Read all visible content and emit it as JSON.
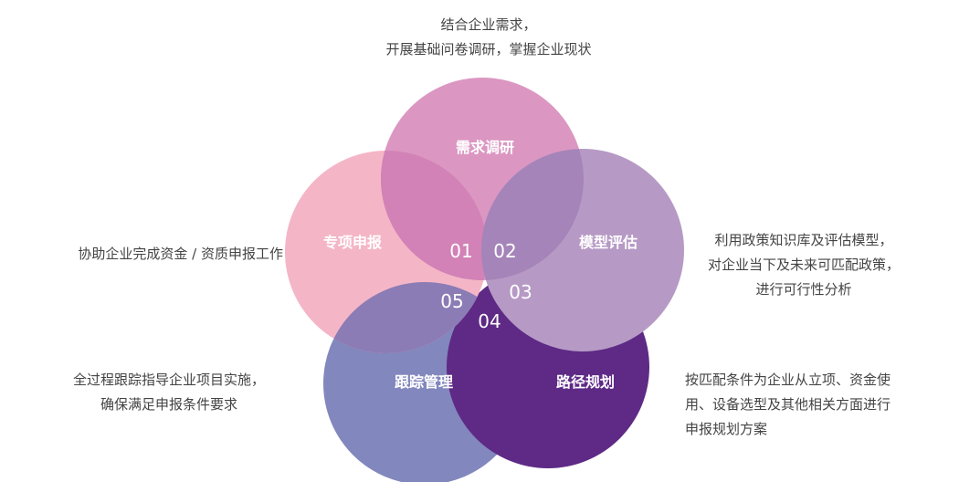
{
  "colors": {
    "demand_research": "#db97c2",
    "special_application": "#f4b6c6",
    "model_evaluation": "#b69ac5",
    "path_planning": "#5e2a86",
    "tracking_management": "#8287bd",
    "overlap_top": "#d282b6",
    "overlap_right": "#a584b9",
    "overlap_center": "#8b7cb5",
    "label_white": "#ffffff",
    "desc_text": "#444444"
  },
  "nodes": {
    "demand_research": {
      "label": "需求调研",
      "number": "01"
    },
    "model_evaluation": {
      "label": "模型评估",
      "number": "02"
    },
    "path_planning": {
      "label": "路径规划",
      "number": "03"
    },
    "tracking_management": {
      "label": "跟踪管理",
      "number": "04"
    },
    "special_application": {
      "label": "专项申报",
      "number": "05"
    }
  },
  "descriptions": {
    "top": [
      "结合企业需求，",
      "开展基础问卷调研，掌握企业现状"
    ],
    "right": [
      "利用政策知识库及评估模型，",
      "对企业当下及未来可匹配政策，",
      "进行可行性分析"
    ],
    "bottom_right": [
      "按匹配条件为企业从立项、资金使",
      "用、设备选型及其他相关方面进行",
      "申报规划方案"
    ],
    "bottom_left": [
      "全过程跟踪指导企业项目实施，",
      "确保满足申报条件要求"
    ],
    "left": [
      "协助企业完成资金 / 资质申报工作"
    ]
  }
}
